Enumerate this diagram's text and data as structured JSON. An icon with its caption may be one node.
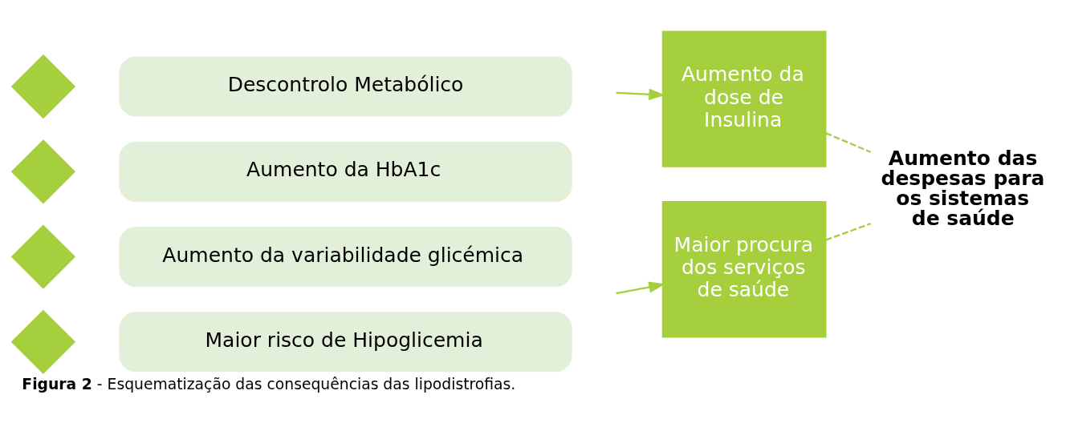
{
  "diagram": {
    "caption": "**Figura 2** - Esquematização das consequências das lipodistrofias.",
    "nodes": [
      {
        "text": [],
        "shape": "diamond"
      },
      {
        "text": [
          "Descontrolo Metabólico"
        ]
      },
      {
        "text": [],
        "shape": "diamond"
      },
      {
        "text": [
          "Aumento da HbA1c"
        ]
      },
      {
        "text": [],
        "shape": "diamond"
      },
      {
        "text": [
          "Aumento da variabilidade glicémica"
        ]
      },
      {
        "text": [],
        "shape": "diamond"
      },
      {
        "text": [
          "Maior risco de Hipoglicemia"
        ]
      },
      {
        "text": [
          "Aumento da dose de Insulina"
        ]
      },
      {
        "text": [
          "Maior procura dos serviços de saúde"
        ]
      },
      {
        "text": [
          "Aumento das despesas para os sistemas de saúde"
        ]
      }
    ],
    "edges": [
      {
        "from": null,
        "to": 8,
        "arrow": "to"
      },
      {
        "from": null,
        "to": 9,
        "arrow": "to"
      },
      {
        "from": 8,
        "to": 10,
        "arrow": "none",
        "style": "dashed"
      },
      {
        "from": 9,
        "to": 10,
        "arrow": "none",
        "style": "dashed"
      }
    ]
  }
}
